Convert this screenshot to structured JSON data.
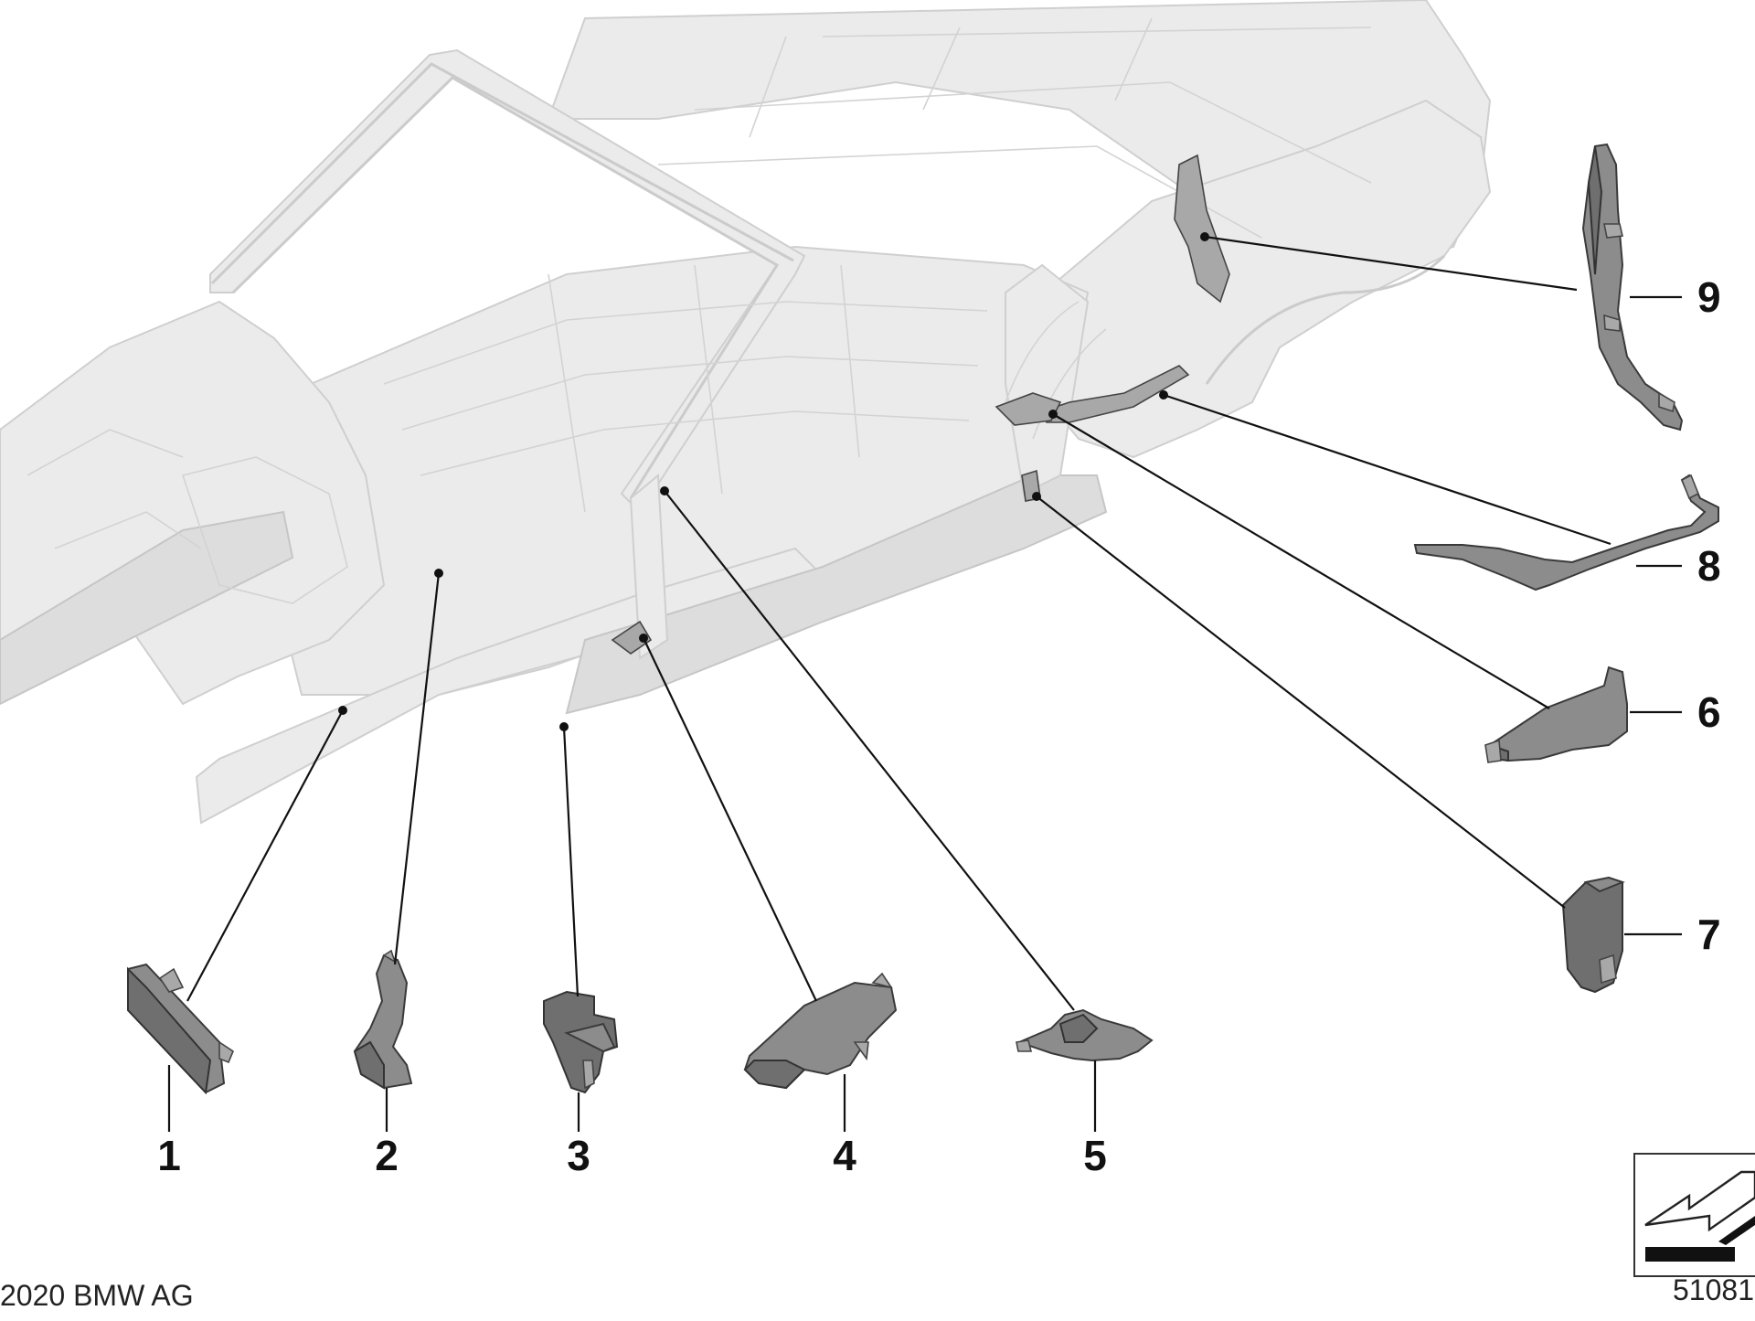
{
  "callouts": [
    "1",
    "2",
    "3",
    "4",
    "5",
    "6",
    "7",
    "8",
    "9"
  ],
  "copyright": "2020 BMW AG",
  "diagram_number": "51081",
  "colors": {
    "body": "#ebebeb",
    "part": "#8c8c8c",
    "line": "#111111"
  },
  "icons": {
    "reference": "arrow-pictogram-icon"
  }
}
